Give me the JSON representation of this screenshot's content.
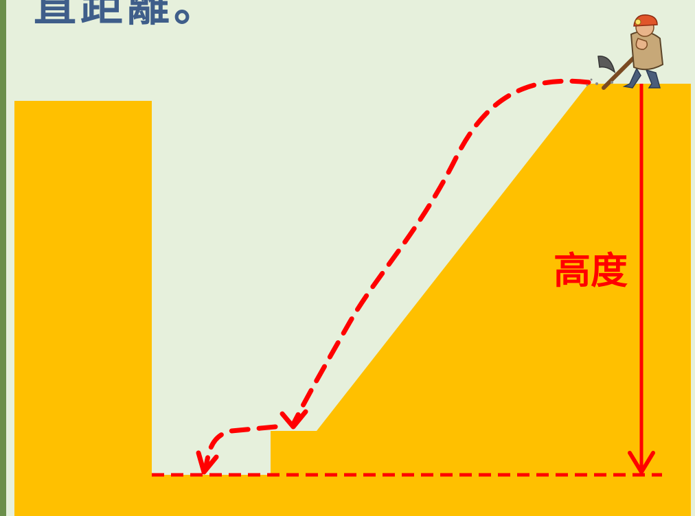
{
  "slide": {
    "title": "直距離。",
    "height_label": "高度"
  },
  "colors": {
    "background": "#e6f0dc",
    "frame": "#6b8f4a",
    "ground": "#ffc000",
    "path": "#ff0000",
    "title": "#3f5e8a"
  },
  "icons": [
    "miner-with-pickaxe"
  ]
}
